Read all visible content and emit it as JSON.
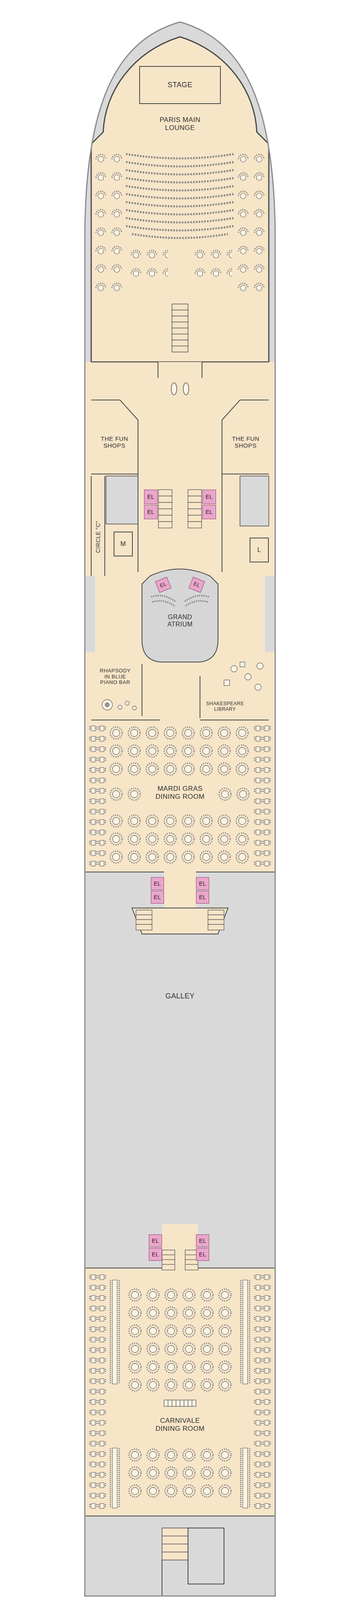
{
  "diagram": {
    "nodes": [
      {
        "text": [
          "STAGE"
        ]
      },
      {
        "text": [
          "PARIS MAIN LOUNGE"
        ]
      },
      {
        "text": [
          "THE FUN SHOPS"
        ]
      },
      {
        "text": [
          "THE FUN SHOPS"
        ]
      },
      {
        "text": [
          "EL"
        ]
      },
      {
        "text": [
          "EL"
        ]
      },
      {
        "text": [
          "EL"
        ]
      },
      {
        "text": [
          "EL"
        ]
      },
      {
        "text": [
          "CIRCLE \"C\""
        ]
      },
      {
        "text": [
          "M"
        ]
      },
      {
        "text": [
          "EL"
        ]
      },
      {
        "text": [
          "EL"
        ]
      },
      {
        "text": [
          "L"
        ]
      },
      {
        "text": [
          "GRAND ATRIUM"
        ]
      },
      {
        "text": [
          "RHAPSODY IN BLUE PIANO BAR"
        ]
      },
      {
        "text": [
          "SHAKESPEARE LIBRARY"
        ]
      },
      {
        "text": [
          "MARDI GRAS DINING ROOM"
        ]
      },
      {
        "text": [
          "EL"
        ]
      },
      {
        "text": [
          "EL"
        ]
      },
      {
        "text": [
          "EL"
        ]
      },
      {
        "text": [
          "EL"
        ]
      },
      {
        "text": [
          "GALLEY"
        ]
      },
      {
        "text": [
          "EL"
        ]
      },
      {
        "text": [
          "EL"
        ]
      },
      {
        "text": [
          "EL"
        ]
      },
      {
        "text": [
          "EL"
        ]
      },
      {
        "text": [
          "CARNIVALE DINING ROOM"
        ]
      }
    ]
  }
}
